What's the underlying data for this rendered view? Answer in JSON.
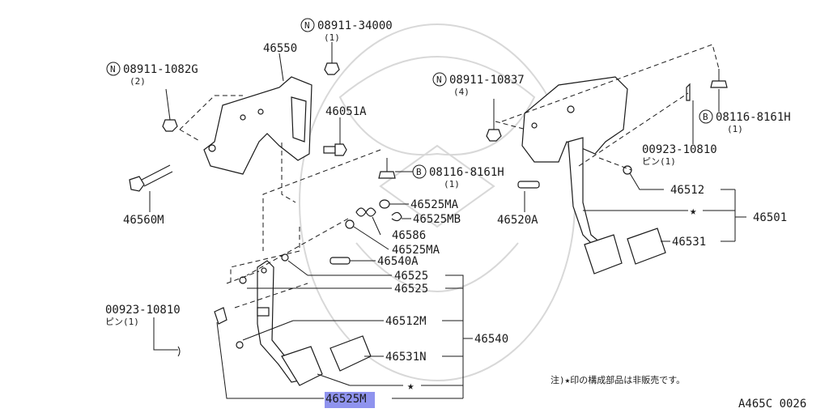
{
  "labels": {
    "nut_left": "08911-1082G",
    "nut_left_qty": "(2)",
    "nut_top": "08911-34000",
    "nut_top_qty": "(1)",
    "p46550": "46550",
    "p46051a": "46051A",
    "p46560m": "46560M",
    "bolt_mid": "08116-8161H",
    "bolt_mid_qty": "(1)",
    "p46525ma_1": "46525MA",
    "p46525mb": "46525MB",
    "p46586": "46586",
    "p46525ma_2": "46525MA",
    "p46540a": "46540A",
    "p46525_1": "46525",
    "p46525_2": "46525",
    "pin_left": "00923-10810",
    "pin_left_sub": "ピン(1)",
    "p46512m": "46512M",
    "p46531n": "46531N",
    "p46540": "46540",
    "p46525m": "46525M",
    "nut_right": "08911-10837",
    "nut_right_qty": "(4)",
    "bolt_right": "08116-8161H",
    "bolt_right_qty": "(1)",
    "pin_right": "00923-10810",
    "pin_right_sub": "ピン(1)",
    "p46512": "46512",
    "p46520a": "46520A",
    "p46501": "46501",
    "p46531": "46531",
    "circle_n": "N",
    "circle_b": "B",
    "star": "★",
    "note": "注)★印の構成部品は非販売です。",
    "figure_code": "A465C 0026"
  },
  "colors": {
    "line": "#1a1a1a",
    "highlight": "#8f93ee",
    "watermark": "#d8d8d8"
  }
}
